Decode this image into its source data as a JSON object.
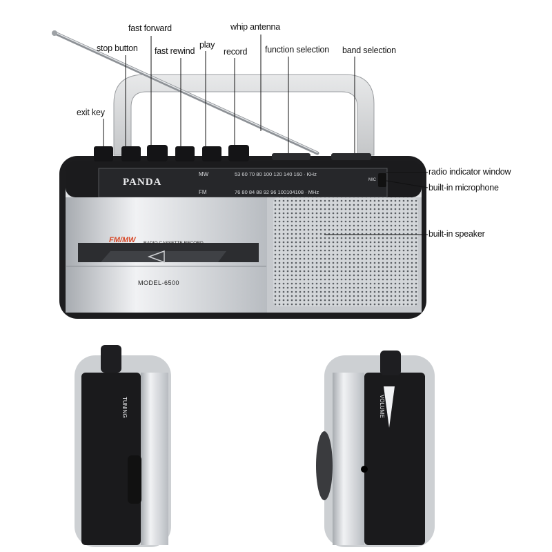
{
  "callouts": {
    "fast_forward": "fast forward",
    "whip_antenna": "whip antenna",
    "stop_button": "stop button",
    "fast_rewind": "fast rewind",
    "play": "play",
    "record": "record",
    "function_selection": "function selection",
    "band_selection": "band selection",
    "exit_key": "exit key",
    "radio_indicator_window": "radio indicator window",
    "built_in_microphone": "built-in microphone",
    "built_in_speaker": "built-in speaker"
  },
  "radio": {
    "brand": "PANDA",
    "band_label": "FM/MW",
    "cassette_label": "RADIO CASSETTE RECORD",
    "model": "MODEL-6500",
    "mic_label": "MIC",
    "mw_label": "MW",
    "fm_label": "FM",
    "mw_scale": "53   60   70 80   100   120 140 160 · KHz",
    "fm_scale": "76   80   84   88  92  96 100104108  · MHz",
    "tuning_label": "TUNING",
    "volume_label": "VOLUME"
  },
  "colors": {
    "body_silver": "#c9ccd0",
    "body_dark": "#1b1b1d",
    "band_label_red": "#d84a2a",
    "scale_red": "#e03a2a"
  }
}
